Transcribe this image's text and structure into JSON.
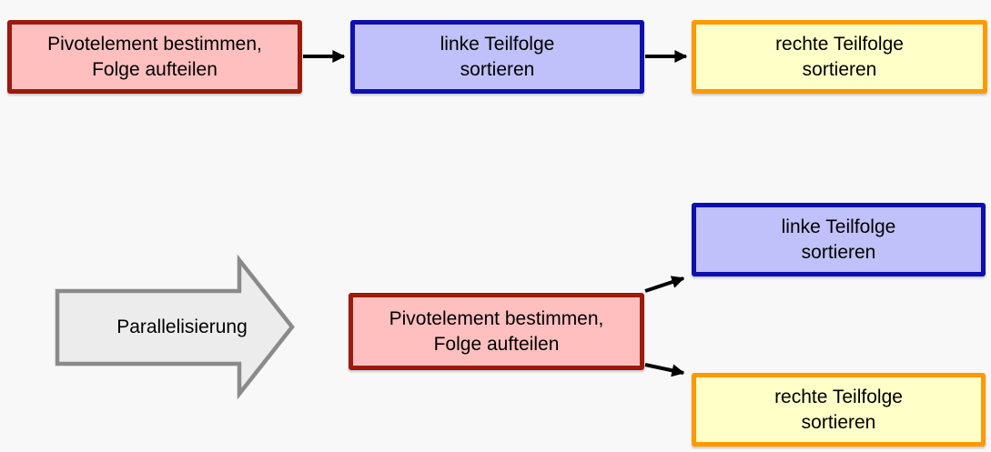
{
  "diagram": {
    "sequential_flow": {
      "boxes": [
        {
          "id": "pivot",
          "label": "Pivotelement bestimmen,\nFolge aufteilen"
        },
        {
          "id": "left",
          "label": "linke Teilfolge\nsortieren"
        },
        {
          "id": "right",
          "label": "rechte Teilfolge\nsortieren"
        }
      ]
    },
    "transform_arrow": {
      "label": "Parallelisierung"
    },
    "parallel_flow": {
      "boxes": [
        {
          "id": "pivot",
          "label": "Pivotelement bestimmen,\nFolge aufteilen"
        },
        {
          "id": "left",
          "label": "linke Teilfolge\nsortieren"
        },
        {
          "id": "right",
          "label": "rechte Teilfolge\nsortieren"
        }
      ]
    }
  },
  "colors": {
    "background": "#f8f8f8",
    "text": "#000000",
    "connector": "#000000",
    "pivot-fill": "#ffbfbf",
    "pivot-border": "#9b1a0b",
    "left-fill": "#c0c0fa",
    "left-border": "#0d0fae",
    "right-fill": "#ffffc8",
    "right-border": "#ff9900",
    "transform-fill": "#ececec",
    "transform-border": "#8a8a8a"
  }
}
